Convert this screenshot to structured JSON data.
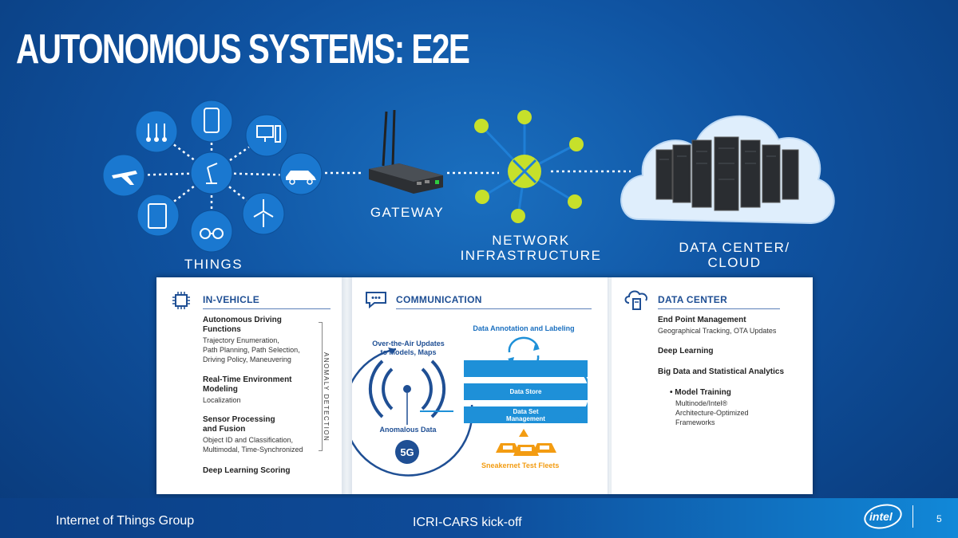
{
  "title": "AUTONOMOUS SYSTEMS: E2E",
  "top_labels": {
    "things": "THINGS",
    "gateway": "GATEWAY",
    "network_l1": "NETWORK",
    "network_l2": "INFRASTRUCTURE",
    "datacenter_l1": "DATA CENTER/",
    "datacenter_l2": "CLOUD"
  },
  "things_icons": [
    "thermometer-icon",
    "smartphone-icon",
    "desktop-icon",
    "airplane-icon",
    "robot-arm-icon",
    "car-icon",
    "tablet-icon",
    "glasses-icon",
    "wind-turbine-icon"
  ],
  "in_vehicle": {
    "header": "IN-VEHICLE",
    "items": [
      {
        "title_l1": "Autonomous Driving",
        "title_l2": "Functions",
        "desc_l1": "Trajectory Enumeration,",
        "desc_l2": "Path Planning, Path Selection,",
        "desc_l3": "Driving Policy, Maneuvering"
      },
      {
        "title_l1": "Real-Time Environment",
        "title_l2": "Modeling",
        "desc_l1": "Localization"
      },
      {
        "title_l1": "Sensor Processing",
        "title_l2": "and Fusion",
        "desc_l1": "Object ID and Classification,",
        "desc_l2": "Multimodal, Time-Synchronized"
      },
      {
        "title_l1": "Deep Learning Scoring"
      }
    ],
    "side_label": "ANOMALY DETECTION"
  },
  "communication": {
    "header": "COMMUNICATION",
    "ota_l1": "Over-the-Air Updates",
    "ota_l2": "to Models, Maps",
    "anomalous": "Anomalous Data",
    "badge": "5G",
    "annotation": "Data Annotation and Labeling",
    "data_store": "Data Store",
    "dsm_l1": "Data Set",
    "dsm_l2": "Management",
    "sneakernet": "Sneakernet Test Fleets"
  },
  "data_center": {
    "header": "DATA CENTER",
    "epm_title": "End Point Management",
    "epm_desc": "Geographical Tracking, OTA Updates",
    "deep_learning": "Deep Learning",
    "big_data": "Big Data and Statistical Analytics",
    "mt_title": "Model Training",
    "mt_l1": "Multinode/Intel®",
    "mt_l2": "Architecture-Optimized",
    "mt_l3": "Frameworks"
  },
  "footer": {
    "left": "Internet of Things Group",
    "center": "ICRI-CARS kick-off",
    "logo": "intel",
    "page": "5"
  },
  "colors": {
    "accent": "#1f4f94",
    "bar": "#1e90d8",
    "lime": "#c6e02b",
    "orange": "#f39c12"
  }
}
